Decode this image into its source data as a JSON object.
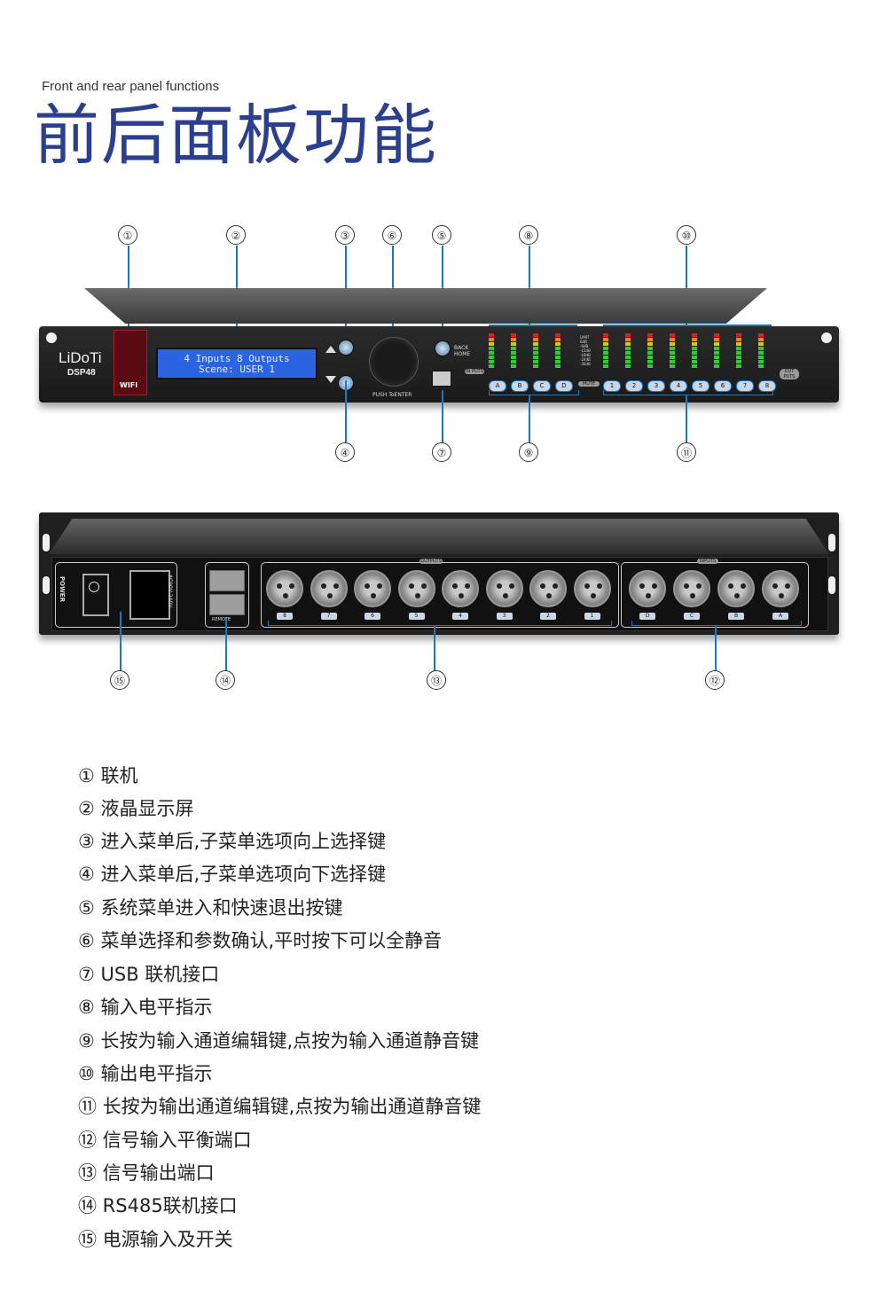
{
  "header": {
    "subtitle": "Front and rear panel functions",
    "title": "前后面板功能"
  },
  "front_panel": {
    "brand": "LiDoTi",
    "model": "DSP48",
    "wifi_label": "WIFI",
    "lcd_line1": "4 Inputs 8 Outputs",
    "lcd_line2": "Scene: USER 1",
    "push_label": "PUSH ToENTER",
    "back_label1": "BACK",
    "back_label2": "HOME",
    "inputs_label": "IN PUTS",
    "outputs_label": "OUT PUTS",
    "mute_label": "MUTE",
    "input_channels": [
      "A",
      "B",
      "C",
      "D"
    ],
    "output_channels": [
      "1",
      "2",
      "3",
      "4",
      "5",
      "6",
      "7",
      "8"
    ],
    "scale": [
      "LIMIT",
      "0dB",
      "-6dB",
      "-12dB",
      "-18dB",
      "-24dB",
      "-36dB"
    ]
  },
  "rear_panel": {
    "power_label": "POWER",
    "voltage": "AC90V-240V",
    "remote_label": "REMOTE",
    "outputs_tag": "OUTPUTS",
    "inputs_tag": "INPUTS",
    "output_ports": [
      "8",
      "7",
      "6",
      "5",
      "4",
      "3",
      "2",
      "1"
    ],
    "input_ports": [
      "D",
      "C",
      "B",
      "A"
    ]
  },
  "callouts": {
    "c1": "①",
    "c2": "②",
    "c3": "③",
    "c4": "④",
    "c5": "⑤",
    "c6": "⑥",
    "c7": "⑦",
    "c8": "⑧",
    "c9": "⑨",
    "c10": "⑩",
    "c11": "⑪",
    "c12": "⑫",
    "c13": "⑬",
    "c14": "⑭",
    "c15": "⑮"
  },
  "descriptions": [
    "① 联机",
    "② 液晶显示屏",
    "③ 进入菜单后,子菜单选项向上选择键",
    "④ 进入菜单后,子菜单选项向下选择键",
    "⑤ 系统菜单进入和快速退出按键",
    "⑥ 菜单选择和参数确认,平时按下可以全静音",
    "⑦ USB 联机接口",
    "⑧ 输入电平指示",
    "⑨ 长按为输入通道编辑键,点按为输入通道静音键",
    "⑩ 输出电平指示",
    "⑪ 长按为输出通道编辑键,点按为输出通道静音键",
    "⑫ 信号输入平衡端口",
    "⑬ 信号输出端口",
    "⑭ RS485联机接口",
    "⑮ 电源输入及开关"
  ],
  "colors": {
    "title": "#2b3f8f",
    "callout_line": "#1a78c2",
    "lcd": "#2b63e0"
  }
}
